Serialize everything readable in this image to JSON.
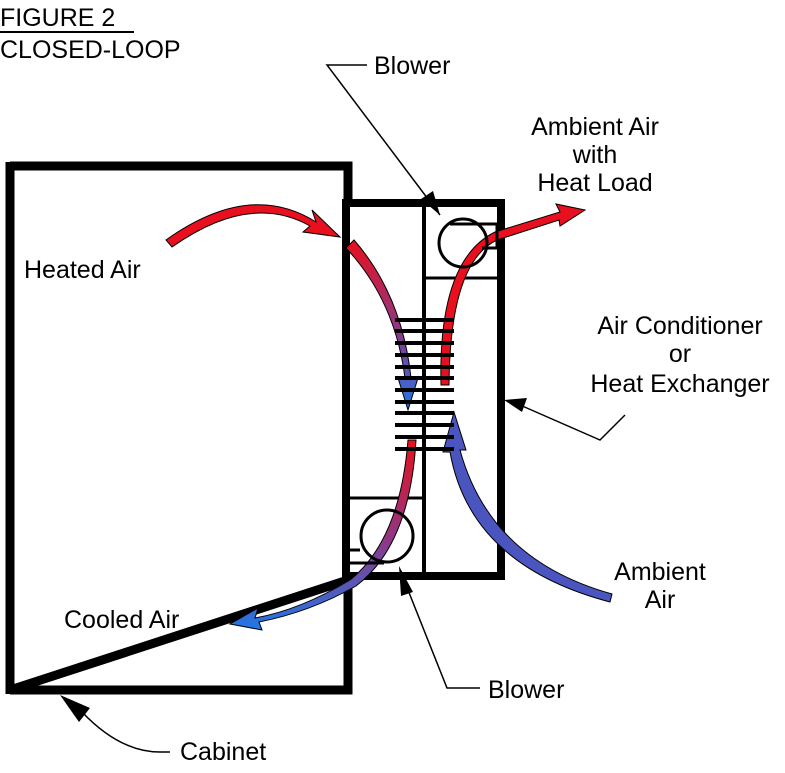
{
  "figure": {
    "number_label": "FIGURE 2",
    "subtitle": "CLOSED-LOOP"
  },
  "labels": {
    "blower_top": "Blower",
    "ambient_heat_load": [
      "Ambient Air",
      "with",
      "Heat Load"
    ],
    "heated_air": "Heated Air",
    "ac_or_hx": [
      "Air Conditioner",
      "or",
      "Heat Exchanger"
    ],
    "ambient_air": [
      "Ambient",
      "Air"
    ],
    "cooled_air": "Cooled Air",
    "blower_bottom": "Blower",
    "cabinet": "Cabinet"
  },
  "colors": {
    "hot": "#e8101e",
    "mid": "#8a3a8a",
    "cool": "#1f78e8",
    "line": "#000000"
  }
}
